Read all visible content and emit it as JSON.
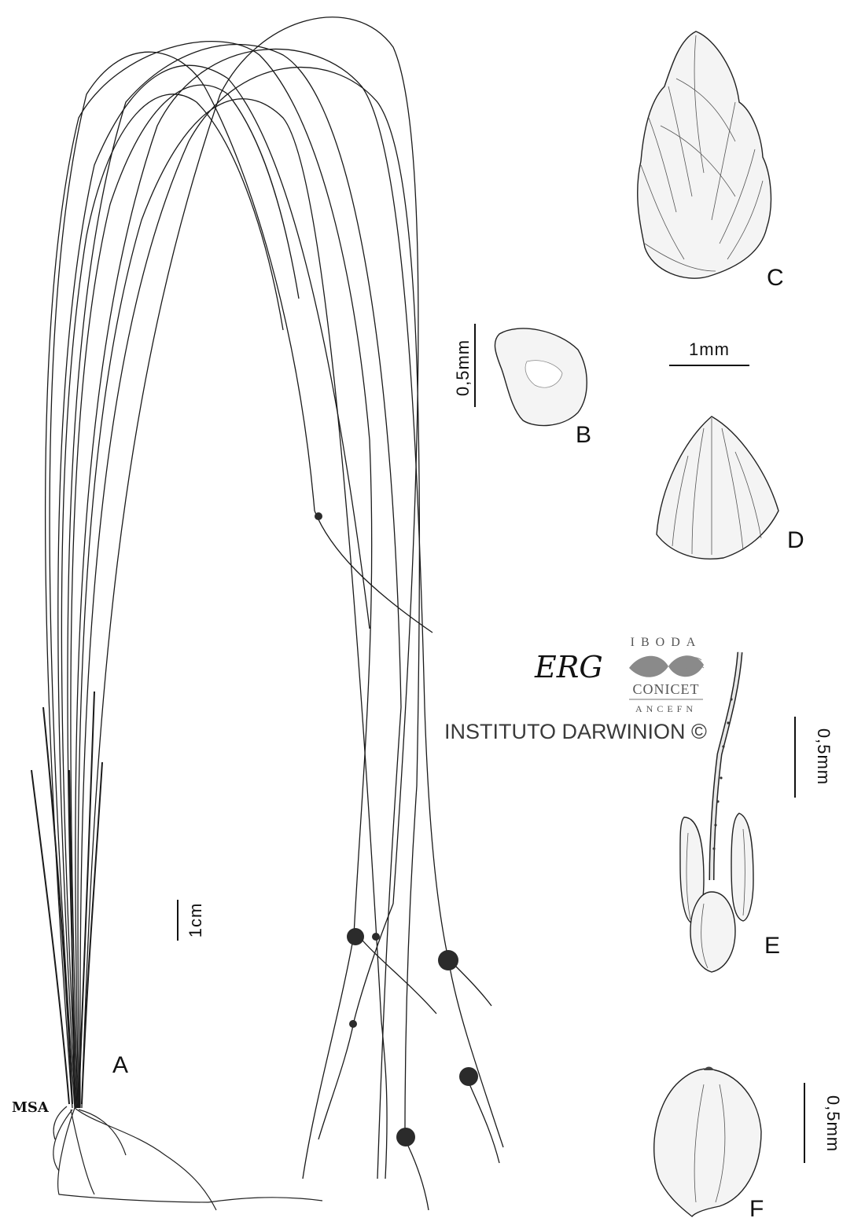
{
  "panels": {
    "A": "A",
    "B": "B",
    "C": "C",
    "D": "D",
    "E": "E",
    "F": "F"
  },
  "scales": {
    "A": "1cm",
    "B": "0,5mm",
    "C_D": "1mm",
    "E": "0,5mm",
    "F": "0,5mm"
  },
  "credits": {
    "institute": "INSTITUTO DARWINION ©",
    "logo_top": "IBODA",
    "logo_middle": "CONICET",
    "logo_bottom": "ANCEFN",
    "artist_monogram": "ERG",
    "author_monogram": "MSA"
  }
}
